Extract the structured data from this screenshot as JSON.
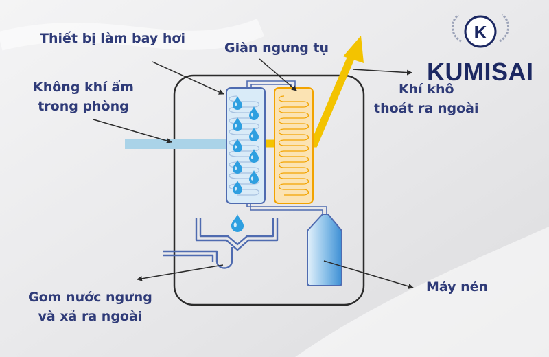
{
  "brand": {
    "logo_letter": "K",
    "name": "KUMISAI"
  },
  "labels": {
    "evaporator": "Thiết bị làm bay hơi",
    "condenser": "Giàn ngưng tụ",
    "humid_air": [
      "Không khí ẩm",
      "trong phòng"
    ],
    "dry_air": [
      "Khí khô",
      "thoát ra ngoài"
    ],
    "water": [
      "Gom nước ngưng",
      "và xả ra ngoài"
    ],
    "compressor": "Máy nén"
  },
  "colors": {
    "outline": "#2b2b2b",
    "pipe_blue": "#4f6bb0",
    "humid_air_flow": "#aad3e8",
    "dry_air_flow": "#f3c300",
    "evaporator_fill": "#d9ebf8",
    "condenser_fill": "#fbe3b3",
    "condenser_stroke": "#f2a300",
    "droplet": "#2e9fe0",
    "text": "#2f3b78",
    "brand": "#1c2862"
  }
}
